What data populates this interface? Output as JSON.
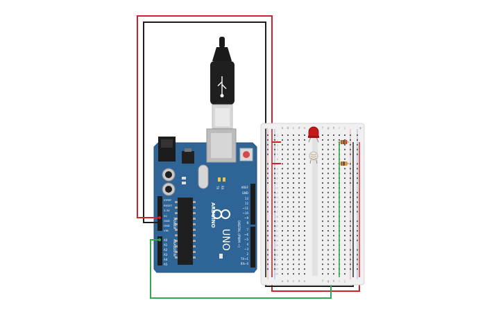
{
  "arduino": {
    "brand": "ARDUINO",
    "model": "UNO",
    "power_section": "POWER",
    "analog_section": "ANALOG IN",
    "digital_section": "DIGITAL (PWM ~)",
    "power_pins": [
      "IOREF",
      "RESET",
      "3.3V",
      "5V",
      "GND",
      "GND",
      "VIN"
    ],
    "analog_pins": [
      "A0",
      "A1",
      "A2",
      "A3",
      "A4",
      "A5"
    ],
    "digital_top": [
      "AREF",
      "GND",
      "13",
      "12",
      "~11",
      "~10",
      "~9",
      "8"
    ],
    "digital_bottom": [
      "7",
      "~6",
      "~5",
      "4",
      "~3",
      "2",
      "TX→1",
      "RX←0"
    ],
    "top_labels": [
      "TX",
      "RX"
    ],
    "board_color": "#2f6496"
  },
  "breadboard": {
    "column_letters": [
      "a",
      "b",
      "c",
      "d",
      "e",
      "f",
      "g",
      "h",
      "i",
      "j"
    ],
    "row_count": 30,
    "rail_plus": "+",
    "rail_minus": "−"
  },
  "components": {
    "led_color": "#c21a1a",
    "resistor_body": "#d9a05b",
    "photoresistor": "photoresistor"
  },
  "wires": {
    "power_red": "#d12027",
    "ground_black": "#1c1c1c",
    "signal_green": "#2fa84f"
  }
}
